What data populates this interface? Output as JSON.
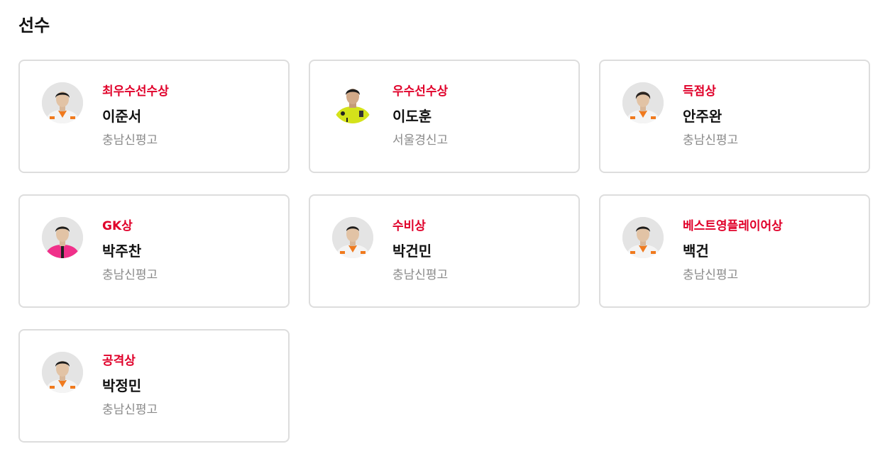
{
  "section": {
    "title": "선수"
  },
  "players": [
    {
      "award": "최우수선수상",
      "name": "이준서",
      "school": "충남신평고",
      "kit": "white-orange"
    },
    {
      "award": "우수선수상",
      "name": "이도훈",
      "school": "서울경신고",
      "kit": "yellow-gk"
    },
    {
      "award": "득점상",
      "name": "안주완",
      "school": "충남신평고",
      "kit": "white-orange"
    },
    {
      "award": "GK상",
      "name": "박주찬",
      "school": "충남신평고",
      "kit": "pink-gk"
    },
    {
      "award": "수비상",
      "name": "박건민",
      "school": "충남신평고",
      "kit": "white-orange"
    },
    {
      "award": "베스트영플레이어상",
      "name": "백건",
      "school": "충남신평고",
      "kit": "white-orange"
    },
    {
      "award": "공격상",
      "name": "박정민",
      "school": "충남신평고",
      "kit": "white-orange"
    }
  ],
  "colors": {
    "award": "#e0002a",
    "name": "#111111",
    "school": "#8a8a8a",
    "card_border": "#dddddd",
    "kit_orange": "#f07a1e",
    "kit_yellow": "#d4e21a",
    "kit_pink": "#f0308a"
  }
}
